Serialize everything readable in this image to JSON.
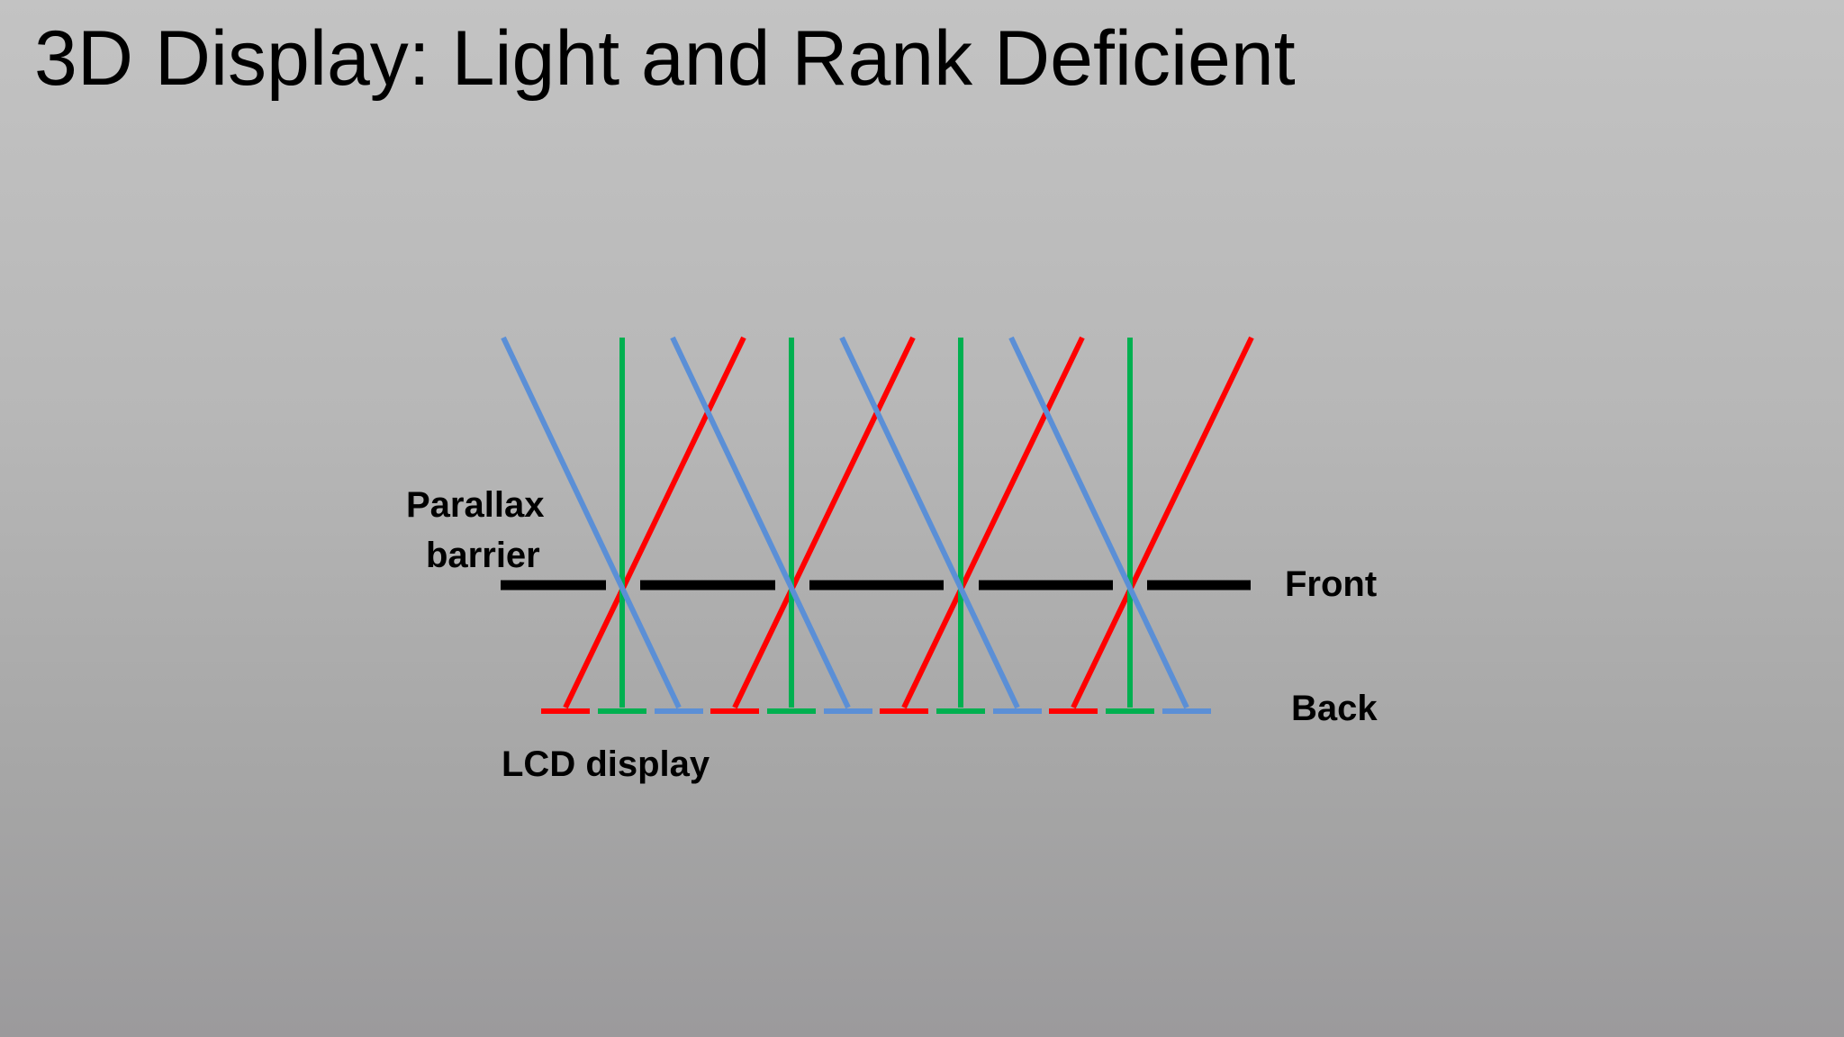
{
  "slide": {
    "title": "3D Display: Light and Rank Deficient"
  },
  "diagram": {
    "labels": {
      "parallax_barrier_line1": "Parallax",
      "parallax_barrier_line2": "barrier",
      "front": "Front",
      "back": "Back",
      "lcd_display": "LCD display"
    },
    "colors": {
      "red": "#ff0000",
      "green": "#00b050",
      "blue": "#5b8fd6",
      "barrier": "#000000"
    },
    "pixel_groups": 4,
    "pixel_sequence": [
      "red",
      "green",
      "blue"
    ]
  }
}
